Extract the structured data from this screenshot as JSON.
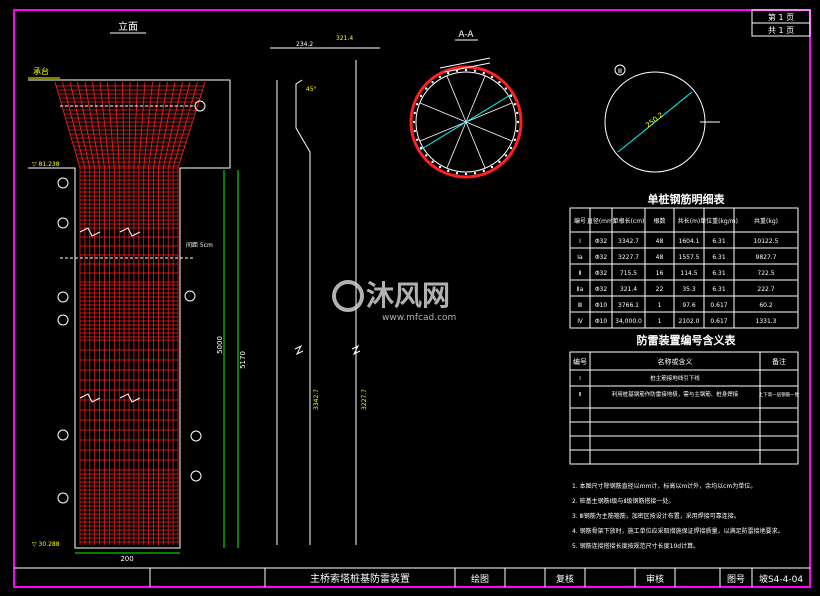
{
  "colors": {
    "background": "#000000",
    "frame": "#ff00ff",
    "rebar": "#ff2020",
    "line": "#ffffff",
    "dim": "#00ff00",
    "accent": "#ffff00",
    "pile": "#00ffff",
    "watermark": "#d0d0d0"
  },
  "sheet": {
    "page_label": "第 1 页",
    "total_label": "共 1 页"
  },
  "views": {
    "elevation_title": "立面",
    "section_title": "A-A",
    "cap_label": "承台",
    "elev_top": "▽ 81.238",
    "elev_bottom": "▽ 30.288",
    "dim_base": "200",
    "dim_pile_len": "5000",
    "dim_total": "5170",
    "dim_bar_top": "234.2",
    "dim_bar_end": "321.4",
    "spacing_note": "间距 5cm",
    "angle": "45°"
  },
  "rebar_table": {
    "title": "单桩钢筋明细表",
    "headers": [
      "编号",
      "直径(mm)",
      "单根长(cm)",
      "根数",
      "共长(m)",
      "单位重(kg/m)",
      "共重(kg)"
    ],
    "rows": [
      [
        "Ⅰ",
        "Φ32",
        "3342.7",
        "48",
        "1604.1",
        "6.31",
        "10122.5"
      ],
      [
        "Ⅰa",
        "Φ32",
        "3227.7",
        "48",
        "1557.5",
        "6.31",
        "9827.7"
      ],
      [
        "Ⅱ",
        "Φ32",
        "715.5",
        "16",
        "114.5",
        "6.31",
        "722.5"
      ],
      [
        "Ⅱa",
        "Φ32",
        "321.4",
        "22",
        "35.3",
        "6.31",
        "222.7"
      ],
      [
        "Ⅲ",
        "Φ10",
        "3766.1",
        "1",
        "97.6",
        "0.617",
        "60.2"
      ],
      [
        "Ⅳ",
        "Φ10",
        "34,000.0",
        "1",
        "2102.0",
        "0.617",
        "1331.3"
      ]
    ]
  },
  "code_table": {
    "title": "防雷装置编号含义表",
    "headers": [
      "编号",
      "名称或含义",
      "备注"
    ],
    "rows": [
      [
        "Ⅰ",
        "桩主筋接地线引下线",
        ""
      ],
      [
        "Ⅱ",
        "利用桩基钢筋作防雷接地极，需与主钢筋、桩身焊接",
        "上下第一层钢筋一致"
      ],
      [
        "",
        "",
        ""
      ],
      [
        "",
        "",
        ""
      ],
      [
        "",
        "",
        ""
      ],
      [
        "",
        "",
        ""
      ]
    ]
  },
  "notes": [
    "1. 本图尺寸除钢筋直径以mm计，标高以m计外，余均以cm为单位。",
    "2. 桩基主钢筋Ⅰ级与Ⅱ级钢筋搭接一处。",
    "3. Ⅲ钢筋为主筋箍筋，加密区按设计布置，采用焊接可靠连接。",
    "4. 钢筋骨架下放时，施工单位应采取措施保证焊接质量，以满足防雷接地要求。",
    "5. 钢筋连接搭接长度按规范尺寸长度10d计算。"
  ],
  "title_block": {
    "drawing_title": "主桥索塔桩基防雷装置",
    "draw_label": "绘图",
    "review_label": "复核",
    "approve_label": "审核",
    "number_label": "图号",
    "number": "坡S4-4-04"
  },
  "watermark": {
    "text": "沐风网",
    "url": "www.mfcad.com"
  }
}
